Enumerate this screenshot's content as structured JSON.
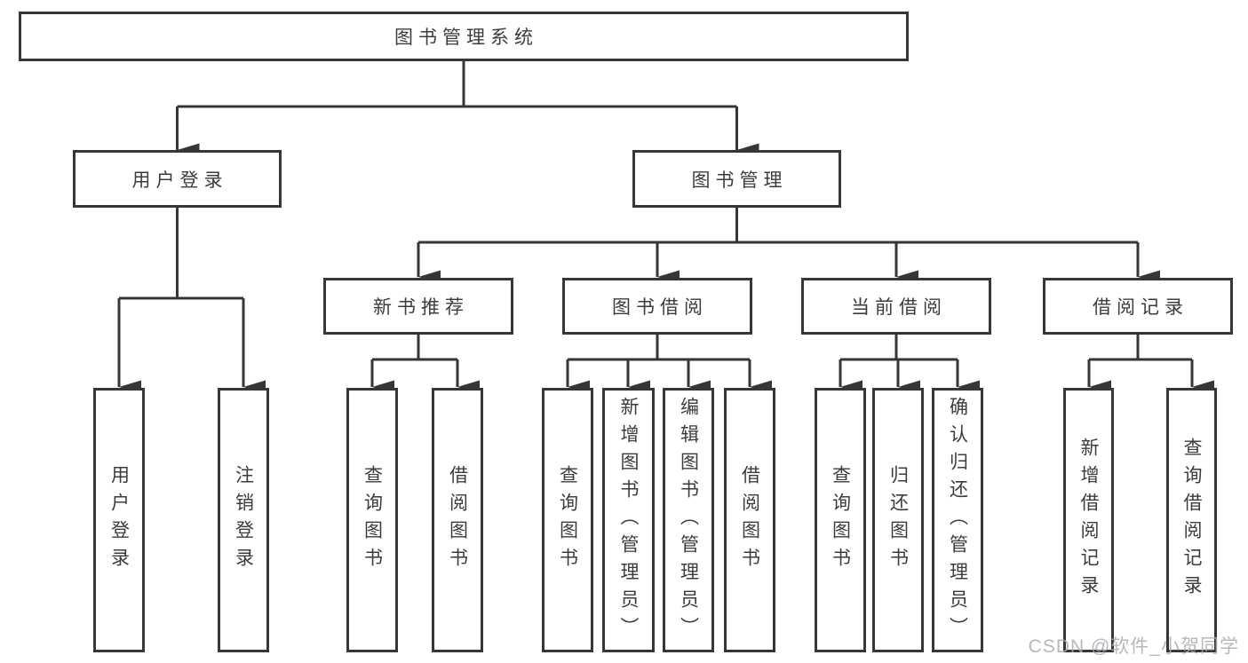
{
  "tree": {
    "root": {
      "label": "图书管理系统"
    },
    "branches": [
      {
        "label": "用户登录",
        "leaves": [
          "用户登录",
          "注销登录"
        ]
      },
      {
        "label": "图书管理",
        "children": [
          {
            "label": "新书推荐",
            "leaves": [
              "查询图书",
              "借阅图书"
            ]
          },
          {
            "label": "图书借阅",
            "leaves": [
              "查询图书",
              "新增图书（管理员）",
              "编辑图书（管理员）",
              "借阅图书"
            ]
          },
          {
            "label": "当前借阅",
            "leaves": [
              "查询图书",
              "归还图书",
              "确认归还（管理员）"
            ]
          },
          {
            "label": "借阅记录",
            "leaves": [
              "新增借阅记录",
              "查询借阅记录"
            ]
          }
        ]
      }
    ]
  },
  "watermark": "CSDN @软件_小贺同学",
  "colors": {
    "line": "#363636",
    "text": "#3c3c3c",
    "background": "#ffffff",
    "watermark": "#a8acb2"
  }
}
